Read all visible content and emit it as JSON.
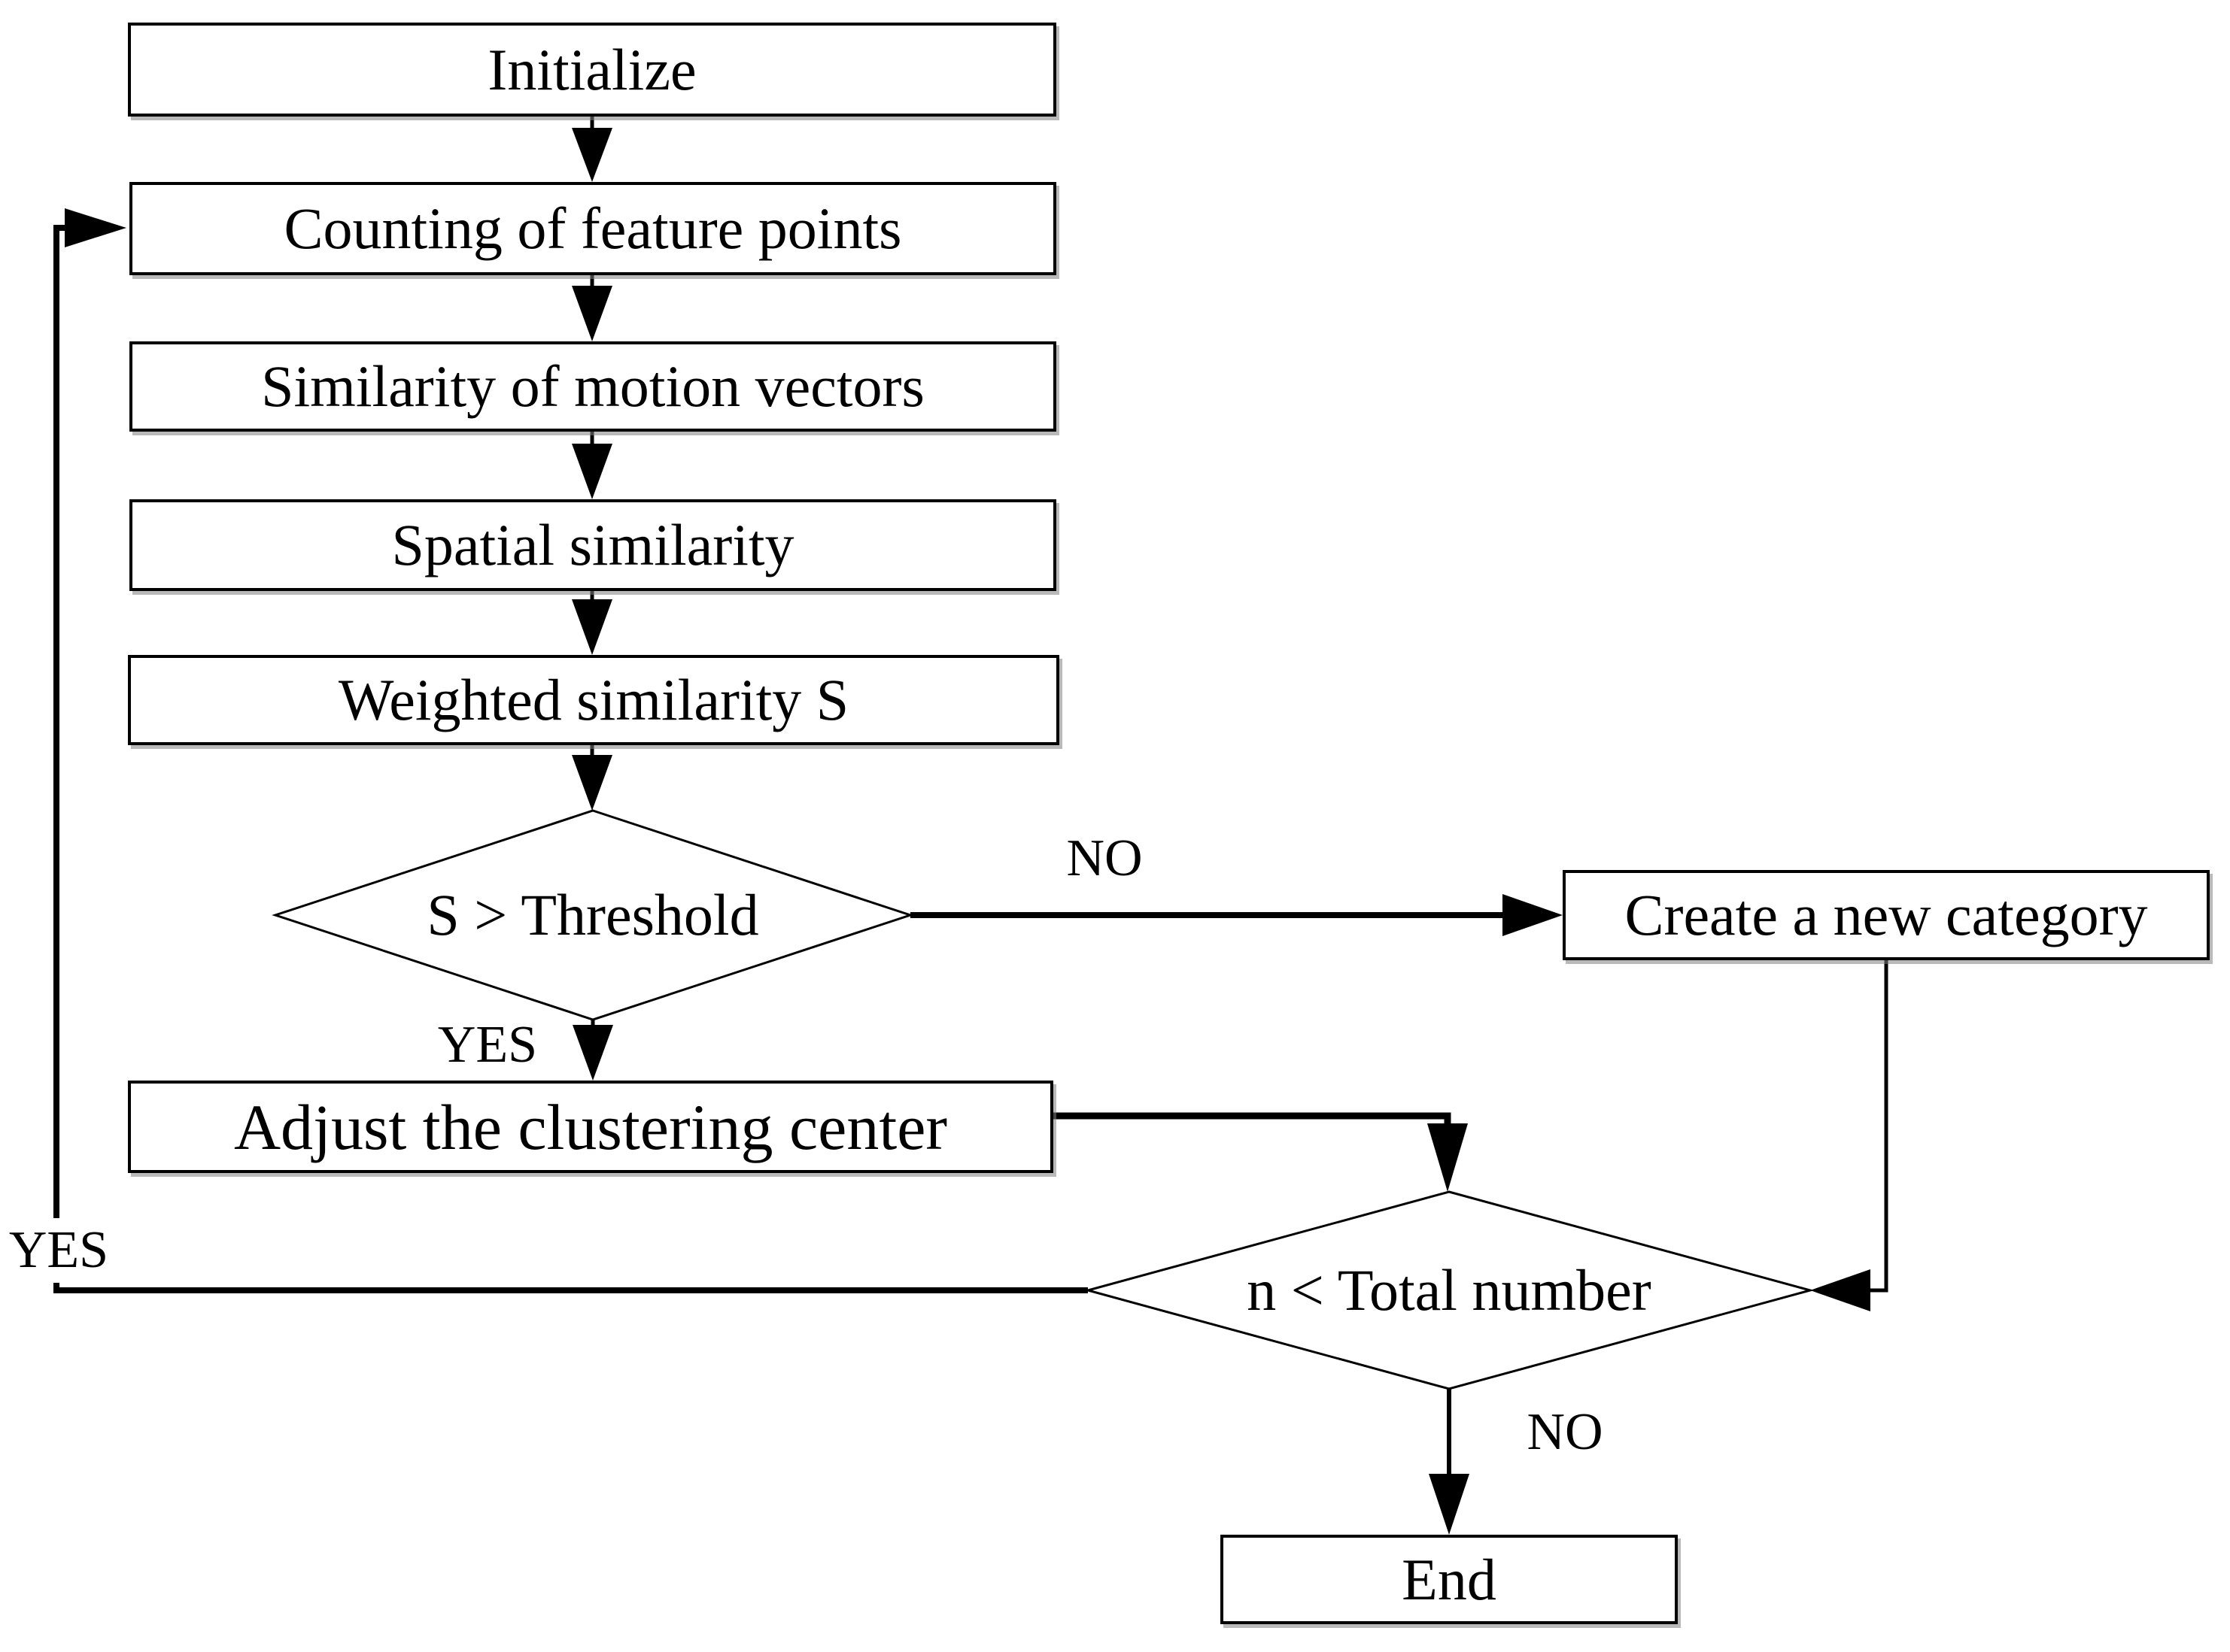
{
  "flowchart": {
    "title": "clustering flowchart",
    "nodes": {
      "initialize": {
        "label": "Initialize",
        "type": "process"
      },
      "counting": {
        "label": "Counting of feature points",
        "type": "process"
      },
      "similarity": {
        "label": "Similarity of motion vectors",
        "type": "process"
      },
      "spatial": {
        "label": "Spatial similarity",
        "type": "process"
      },
      "weighted": {
        "label": "Weighted similarity S",
        "type": "process"
      },
      "threshold_decision": {
        "label": "S > Threshold",
        "type": "decision"
      },
      "adjust": {
        "label": "Adjust the clustering center",
        "type": "process"
      },
      "create": {
        "label": "Create a new category",
        "type": "process"
      },
      "total_decision": {
        "label": "n < Total number",
        "type": "decision"
      },
      "end": {
        "label": "End",
        "type": "terminator"
      }
    },
    "edge_labels": {
      "threshold_no": "NO",
      "threshold_yes": "YES",
      "total_no": "NO",
      "total_yes": "YES"
    },
    "colors": {
      "line": "#000000",
      "text": "#000000",
      "node_fill": "#ffffff",
      "shadow": "#808080",
      "background": "#ffffff"
    }
  }
}
